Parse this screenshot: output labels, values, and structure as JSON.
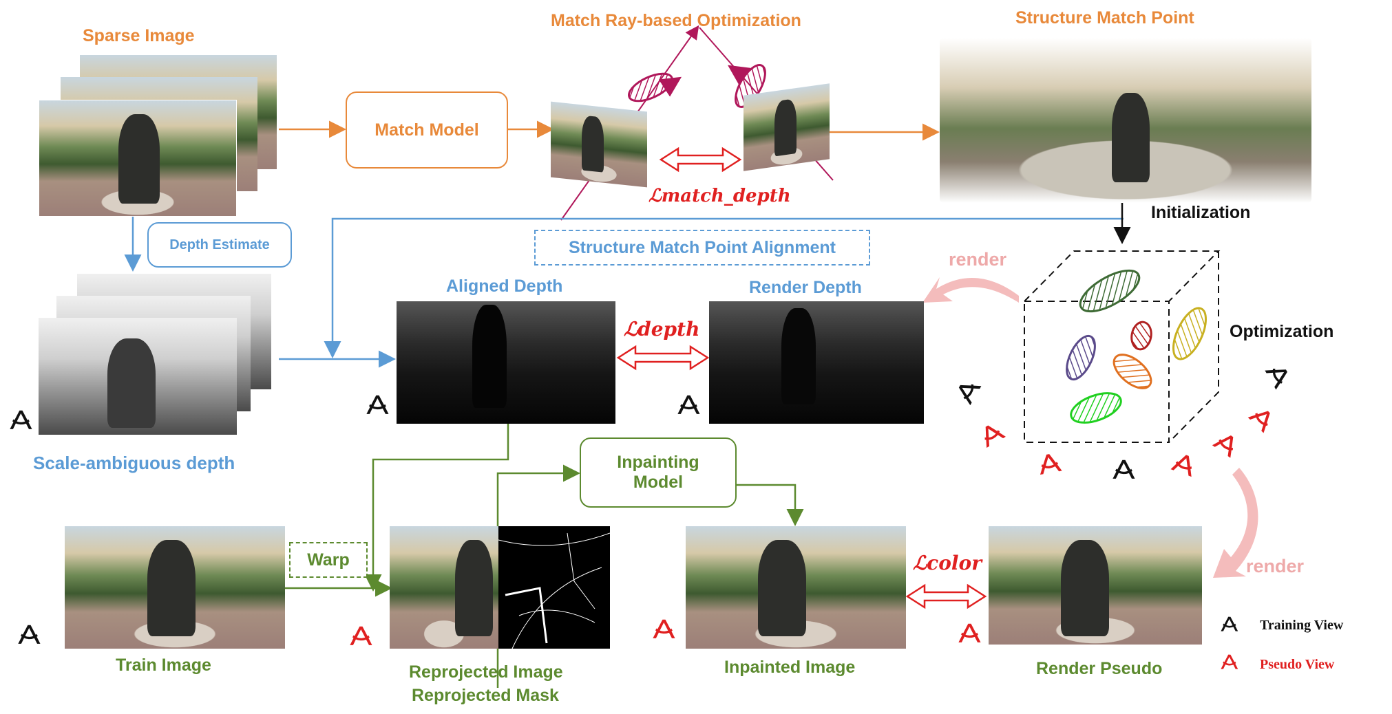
{
  "labels": {
    "sparse_image": "Sparse Image",
    "match_ray_opt": "Match Ray-based Optimization",
    "structure_match_point": "Structure Match Point",
    "match_model": "Match Model",
    "l_match_depth": "ℒmatch_depth",
    "initialization": "Initialization",
    "depth_estimate": "Depth Estimate",
    "smp_alignment": "Structure Match Point Alignment",
    "render_top": "render",
    "aligned_depth": "Aligned Depth",
    "render_depth": "Render Depth",
    "l_depth": "ℒdepth",
    "optimization": "Optimization",
    "scale_ambiguous": "Scale-ambiguous depth",
    "inpainting_model": "Inpainting Model",
    "warp": "Warp",
    "l_color": "ℒcolor",
    "render_bottom": "render",
    "train_image": "Train Image",
    "reprojected_image": "Reprojected Image",
    "reprojected_mask": "Reprojected Mask",
    "inpainted_image": "Inpainted Image",
    "render_pseudo": "Render Pseudo",
    "training_view": "Training View",
    "pseudo_view": "Pseudo View"
  },
  "colors": {
    "orange": "#e8893a",
    "blue": "#5b9bd5",
    "green": "#5c8a2f",
    "red": "#e02020",
    "pink": "#eea9a9",
    "magenta": "#b0175a"
  },
  "icons": {
    "view_marker": "camera-view-icon",
    "gaussian": "hatched-ellipse-icon"
  }
}
